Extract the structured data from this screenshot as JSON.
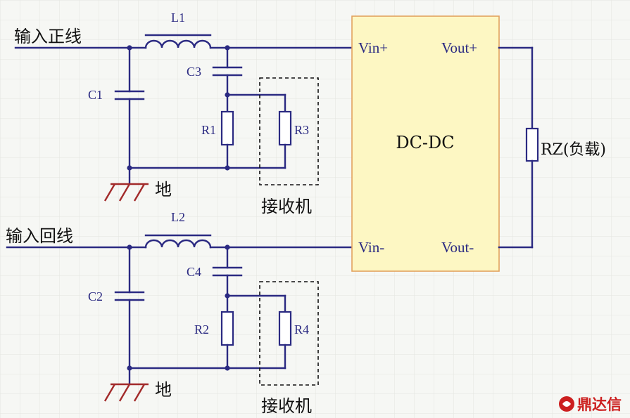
{
  "labels": {
    "input_pos": "输入正线",
    "input_ret": "输入回线",
    "L1": "L1",
    "L2": "L2",
    "C1": "C1",
    "C2": "C2",
    "C3": "C3",
    "C4": "C4",
    "R1": "R1",
    "R2": "R2",
    "R3": "R3",
    "R4": "R4",
    "ground": "地",
    "receiver": "接收机",
    "converter": "DC-DC",
    "vin_pos": "Vin+",
    "vin_neg": "Vin-",
    "vout_pos": "Vout+",
    "vout_neg": "Vout-",
    "load": "RZ(负载)"
  },
  "watermark": {
    "text": "鼎达信",
    "color": "#cc1f1f"
  },
  "colors": {
    "wire": "#2b2a82",
    "ground": "#a22a2a",
    "box_fill": "#fdf7c3",
    "box_border": "#e2a25e",
    "background": "#f6f7f4"
  }
}
